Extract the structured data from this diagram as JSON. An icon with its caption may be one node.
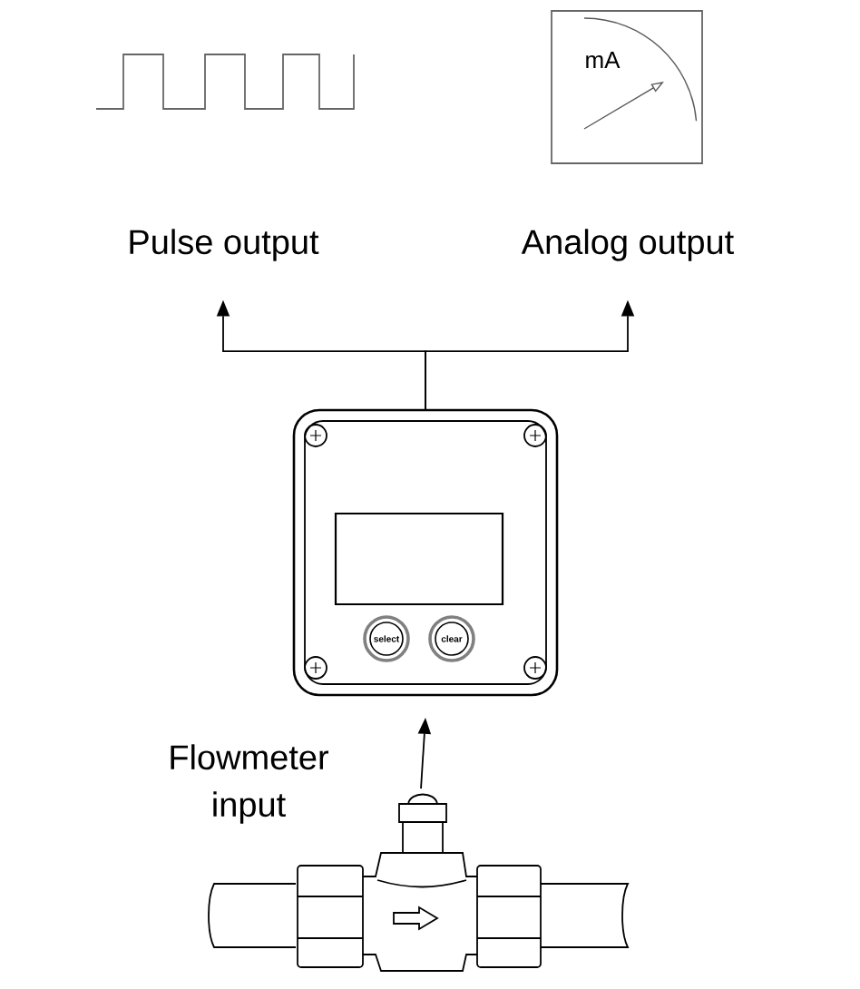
{
  "diagram": {
    "nodes": [
      {
        "text": [
          "mA"
        ]
      },
      {
        "text": [
          "Pulse output"
        ]
      },
      {
        "text": [
          "Analog output"
        ]
      },
      {
        "text": [],
        "shape": "picture"
      },
      {
        "text": [
          "select"
        ],
        "in": 3
      },
      {
        "text": [
          "clear"
        ],
        "in": 3
      },
      {
        "text": [],
        "shape": "picture",
        "beside": [
          "Flowmeter input"
        ]
      }
    ],
    "edges": [
      {
        "from": 3,
        "to": 1,
        "arrow": "to"
      },
      {
        "from": 3,
        "to": 2,
        "arrow": "to"
      },
      {
        "from": 6,
        "to": 3,
        "arrow": "to"
      }
    ]
  }
}
